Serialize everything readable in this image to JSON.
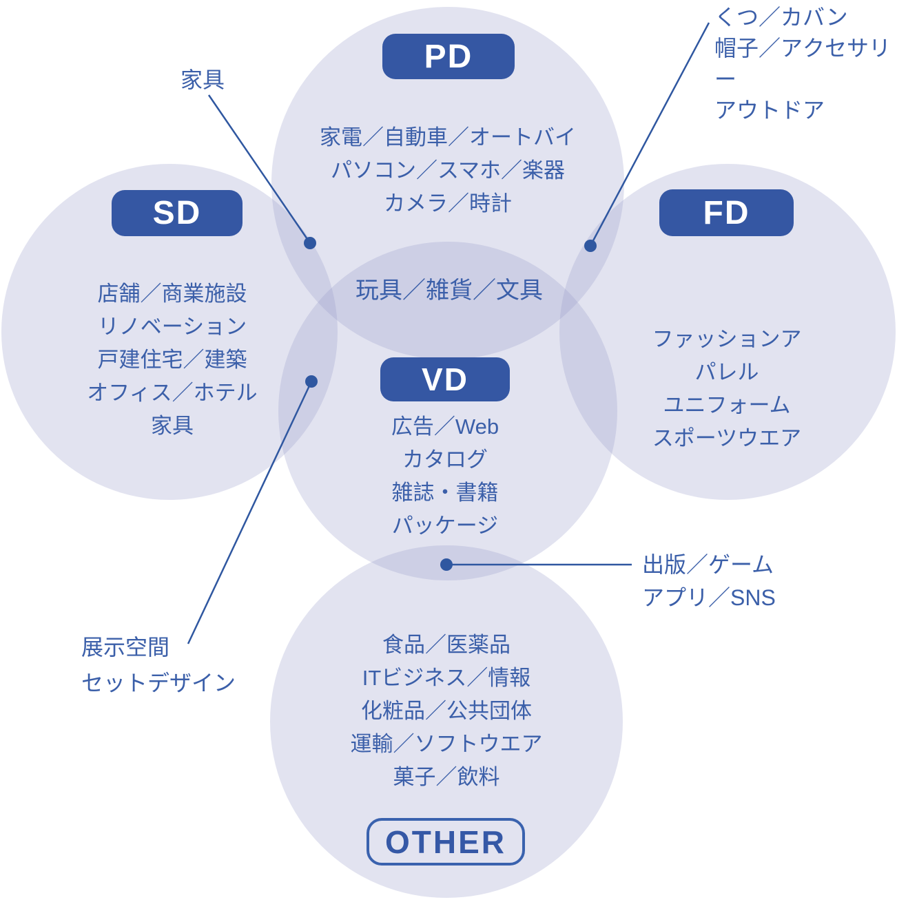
{
  "diagram_title": "design-categories-venn",
  "colors": {
    "badge_bg": "#3557a3",
    "badge_text": "#ffffff",
    "outline_badge_border": "#3a62ae",
    "body_text": "#3b5fa9",
    "connector": "#2f57a0",
    "circle_fill": "rgba(151,155,201,0.28)",
    "background": "#ffffff"
  },
  "circles": [
    {
      "badge": "PD",
      "lines": [
        "家電／自動車／オートバイ",
        "パソコン／スマホ／楽器",
        "カメラ／時計"
      ]
    },
    {
      "badge": "SD",
      "lines": [
        "店舗／商業施設",
        "リノベーション",
        "戸建住宅／建築",
        "オフィス／ホテル",
        "家具"
      ]
    },
    {
      "badge": "FD",
      "lines": [
        "ファッションアパレル",
        "ユニフォーム",
        "スポーツウエア"
      ]
    },
    {
      "badge": "VD",
      "lines": [
        "広告／Web",
        "カタログ",
        "雑誌・書籍",
        "パッケージ"
      ]
    },
    {
      "badge": "OTHER",
      "lines": [
        "食品／医薬品",
        "ITビジネス／情報",
        "化粧品／公共団体",
        "運輸／ソフトウエア",
        "菓子／飲料"
      ]
    }
  ],
  "center_overlap_label": "玩具／雑貨／文具",
  "annotations": [
    {
      "id": "furniture",
      "target": "SD-PD overlap",
      "lines": [
        "家具"
      ]
    },
    {
      "id": "fashion-items",
      "target": "PD-FD overlap",
      "lines": [
        "くつ／カバン",
        "帽子／アクセサリー",
        "アウトドア"
      ]
    },
    {
      "id": "publishing",
      "target": "VD-OTHER overlap",
      "lines": [
        "出版／ゲーム",
        "アプリ／SNS"
      ]
    },
    {
      "id": "exhibition",
      "target": "SD-VD overlap",
      "lines": [
        "展示空間",
        "セットデザイン"
      ]
    }
  ]
}
